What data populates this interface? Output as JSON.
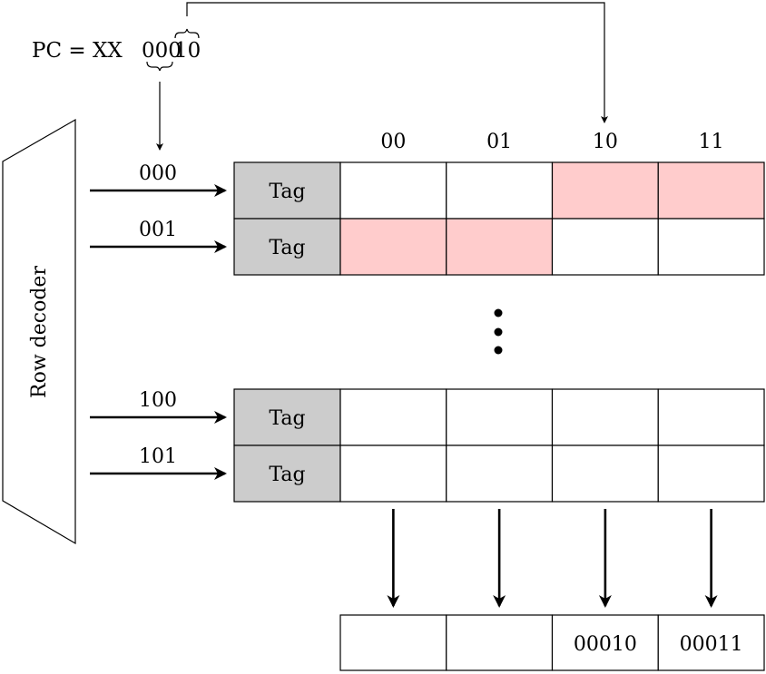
{
  "pc": {
    "prefix": "PC = XX",
    "index_bits": "000",
    "offset_bits": "10",
    "full_text": "PC = XX00010"
  },
  "decoder": {
    "label": "Row decoder"
  },
  "columns": [
    "00",
    "01",
    "10",
    "11"
  ],
  "rows": [
    {
      "index": "000",
      "tag": "Tag",
      "highlight": [
        false,
        false,
        true,
        true
      ]
    },
    {
      "index": "001",
      "tag": "Tag",
      "highlight": [
        true,
        true,
        false,
        false
      ]
    },
    {
      "index": "100",
      "tag": "Tag",
      "highlight": [
        false,
        false,
        false,
        false
      ]
    },
    {
      "index": "101",
      "tag": "Tag",
      "highlight": [
        false,
        false,
        false,
        false
      ]
    }
  ],
  "ellipsis": "vertical-dots",
  "output": [
    "",
    "",
    "00010",
    "00011"
  ],
  "colors": {
    "tag_fill": "#cccccc",
    "highlight_fill": "#ffcccc",
    "stroke": "#000000"
  }
}
